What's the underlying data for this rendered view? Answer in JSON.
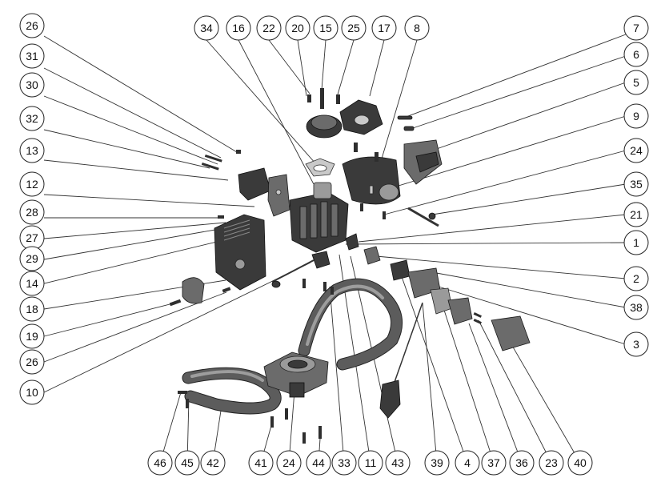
{
  "callouts": [
    {
      "id": "c26a",
      "label": "26"
    },
    {
      "id": "c31",
      "label": "31"
    },
    {
      "id": "c30",
      "label": "30"
    },
    {
      "id": "c32",
      "label": "32"
    },
    {
      "id": "c13",
      "label": "13"
    },
    {
      "id": "c12",
      "label": "12"
    },
    {
      "id": "c28",
      "label": "28"
    },
    {
      "id": "c27",
      "label": "27"
    },
    {
      "id": "c29",
      "label": "29"
    },
    {
      "id": "c14",
      "label": "14"
    },
    {
      "id": "c18",
      "label": "18"
    },
    {
      "id": "c19",
      "label": "19"
    },
    {
      "id": "c26b",
      "label": "26"
    },
    {
      "id": "c10",
      "label": "10"
    },
    {
      "id": "c34",
      "label": "34"
    },
    {
      "id": "c16",
      "label": "16"
    },
    {
      "id": "c22",
      "label": "22"
    },
    {
      "id": "c20",
      "label": "20"
    },
    {
      "id": "c15",
      "label": "15"
    },
    {
      "id": "c25",
      "label": "25"
    },
    {
      "id": "c17",
      "label": "17"
    },
    {
      "id": "c8",
      "label": "8"
    },
    {
      "id": "c7",
      "label": "7"
    },
    {
      "id": "c6",
      "label": "6"
    },
    {
      "id": "c5",
      "label": "5"
    },
    {
      "id": "c9",
      "label": "9"
    },
    {
      "id": "c24a",
      "label": "24"
    },
    {
      "id": "c35",
      "label": "35"
    },
    {
      "id": "c21",
      "label": "21"
    },
    {
      "id": "c1",
      "label": "1"
    },
    {
      "id": "c2",
      "label": "2"
    },
    {
      "id": "c38",
      "label": "38"
    },
    {
      "id": "c3",
      "label": "3"
    },
    {
      "id": "c46",
      "label": "46"
    },
    {
      "id": "c45",
      "label": "45"
    },
    {
      "id": "c42",
      "label": "42"
    },
    {
      "id": "c41",
      "label": "41"
    },
    {
      "id": "c24b",
      "label": "24"
    },
    {
      "id": "c44",
      "label": "44"
    },
    {
      "id": "c33",
      "label": "33"
    },
    {
      "id": "c11",
      "label": "11"
    },
    {
      "id": "c43",
      "label": "43"
    },
    {
      "id": "c39",
      "label": "39"
    },
    {
      "id": "c4",
      "label": "4"
    },
    {
      "id": "c37",
      "label": "37"
    },
    {
      "id": "c36",
      "label": "36"
    },
    {
      "id": "c23",
      "label": "23"
    },
    {
      "id": "c40",
      "label": "40"
    }
  ],
  "colors": {
    "part_dark": "#3a3a3a",
    "part_mid": "#6b6b6b",
    "part_light": "#9a9a9a",
    "line": "#333333"
  }
}
